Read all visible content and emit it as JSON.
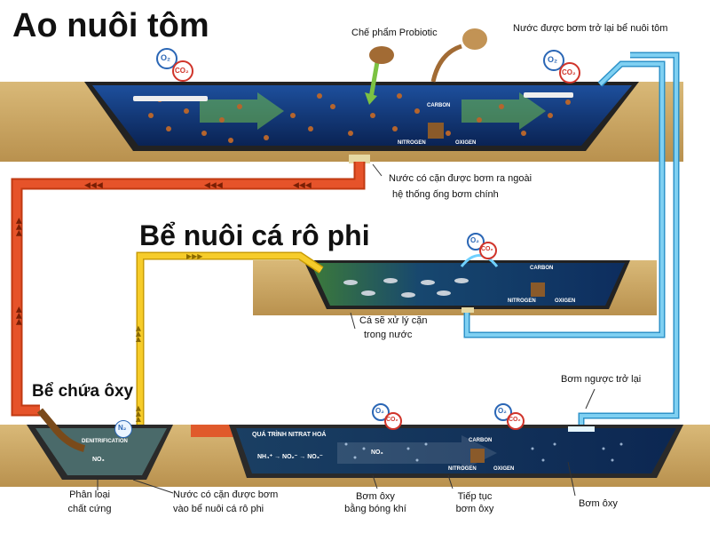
{
  "titles": {
    "shrimp_pond": "Ao nuôi tôm",
    "tilapia_tank": "Bể nuôi cá rô phi",
    "oxygen_tank": "Bể chứa ôxy"
  },
  "labels": {
    "probiotic": "Chế phẩm Probiotic",
    "water_return": "Nước được bơm trở lại bể nuôi tôm",
    "sludge_out_1": "Nước có cặn được bơm ra ngoài",
    "sludge_out_2": "hệ thống ống bơm chính",
    "fish_process_1": "Cá sẽ xử lý cặn",
    "fish_process_2": "trong nước",
    "pump_back": "Bơm  ngược trở lại",
    "classify_1": "Phân loại",
    "classify_2": "chất cứng",
    "sludge_to_fish_1": "Nước có cặn được bơm",
    "sludge_to_fish_2": "vào bể nuôi cá rô phi",
    "air_pump_1": "Bơm ôxy",
    "air_pump_2": "bằng bóng khí",
    "continue_1": "Tiếp tục",
    "continue_2": "bơm ôxy",
    "oxy_pump": "Bơm ôxy"
  },
  "inner_labels": {
    "carbon": "CARBON",
    "nitrogen": "NITROGEN",
    "oxygen": "OXIGEN",
    "denitrification": "DENITRIFICATION",
    "nitrification": "QUÁ TRÌNH NITRAT HOÁ",
    "nitrification_formula": "NH₄⁺ → NO₂⁻ → NO₃⁻",
    "n2": "N₂",
    "no3": "NO₃",
    "o2": "O₂",
    "co2": "CO₂"
  },
  "colors": {
    "soil": "#c9a566",
    "water_dark": "#0b2a63",
    "water_light": "#1e5fb0",
    "pipe_red": "#e24a1f",
    "pipe_yellow": "#f2c21a",
    "pipe_blue": "#4fb8e8",
    "arrow_green": "#8fd14f"
  }
}
